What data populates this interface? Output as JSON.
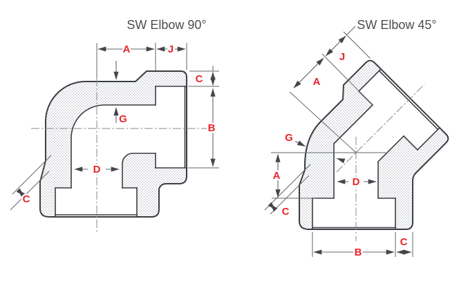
{
  "figures": {
    "elbow90": {
      "title": "SW Elbow 90°"
    },
    "elbow45": {
      "title": "SW Elbow 45°"
    }
  },
  "dims": {
    "a": "A",
    "b": "B",
    "c": "C",
    "d": "D",
    "g": "G",
    "j": "J"
  },
  "colors": {
    "dimension_label": "#e8252b",
    "outline": "#3a3d42",
    "dimension_line": "#60646a",
    "centerline": "#84888e",
    "hatch_dot": "#bfc3c9",
    "title_text": "#4a4d52",
    "background": "#ffffff"
  }
}
